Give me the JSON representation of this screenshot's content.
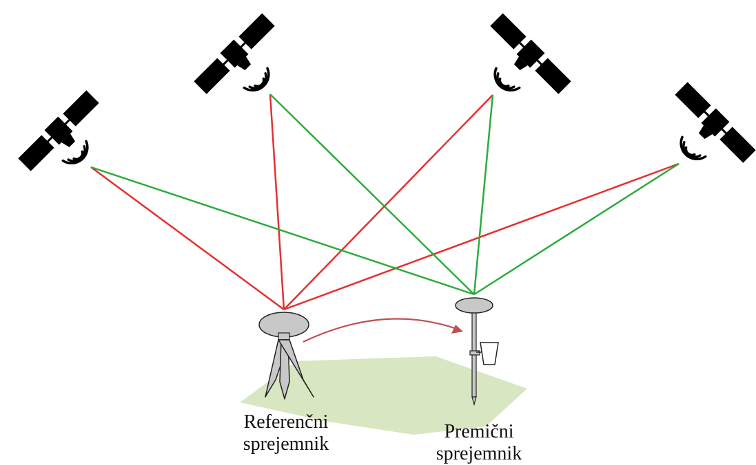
{
  "labels": {
    "reference_line1": "Referenčni",
    "reference_line2": "sprejemnik",
    "rover_line1": "Premični",
    "rover_line2": "sprejemnik"
  },
  "colors": {
    "reference_signal": "#e53030",
    "rover_signal": "#2eab3c",
    "ground_area": "#d8e6c2",
    "movement_arrow": "#c0504d",
    "satellite": "#000000",
    "receiver_body": "#c8c8c8"
  }
}
